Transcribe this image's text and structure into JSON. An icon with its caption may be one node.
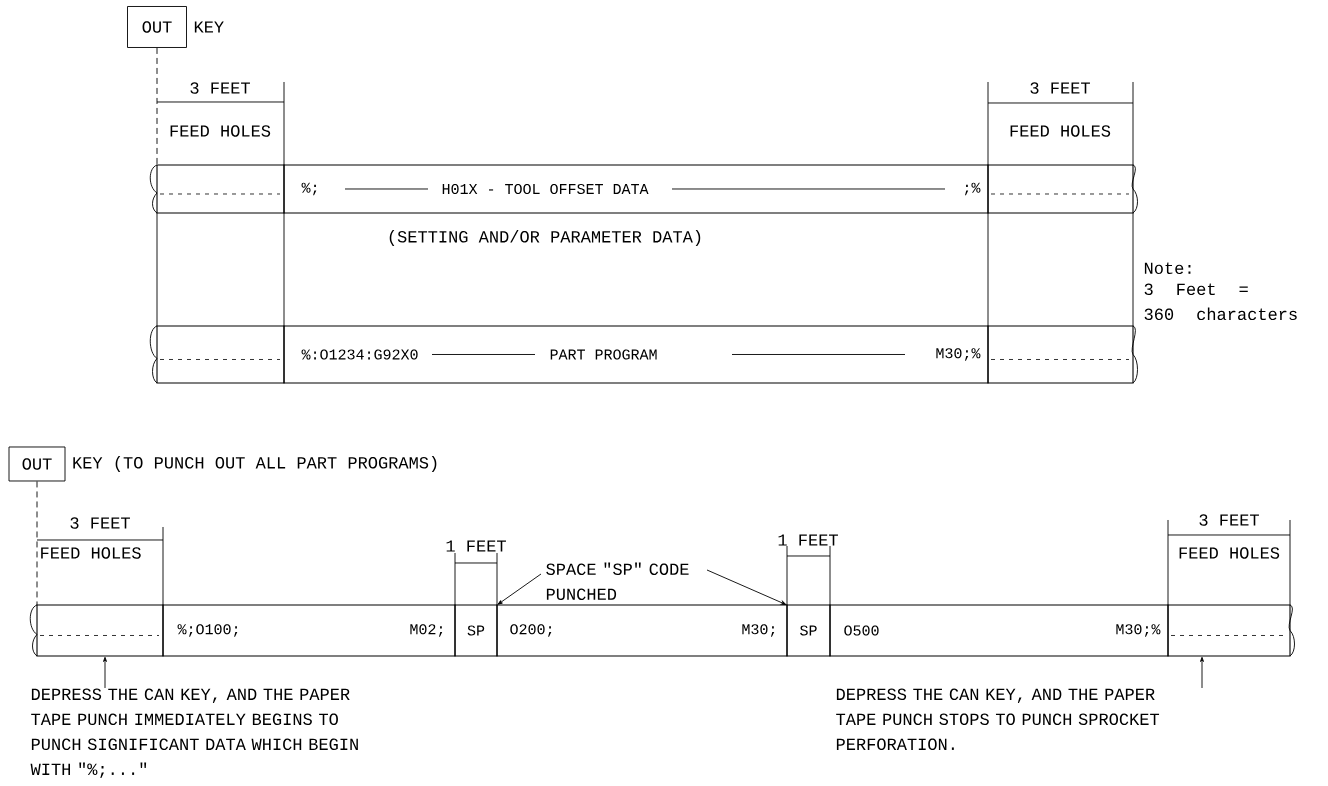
{
  "diagram": {
    "nodes": [
      {
        "text": [
          "OUT"
        ],
        "beside": [
          "KEY"
        ]
      },
      {
        "text": [],
        "shape": "box"
      },
      {
        "text": [
          "%;",
          "H01X - TOOL OFFSET DATA",
          ";%"
        ]
      },
      {
        "text": [],
        "shape": "box"
      },
      {
        "text": [],
        "shape": "box"
      },
      {
        "text": [
          "%:O1234:G92X0",
          "PART PROGRAM",
          "M30;%"
        ]
      },
      {
        "text": [],
        "shape": "box"
      },
      {
        "text": [
          "OUT"
        ],
        "beside": [
          "KEY (TO PUNCH OUT ALL PART PROGRAMS)"
        ]
      },
      {
        "text": [],
        "shape": "box"
      },
      {
        "text": [
          "%;O100;",
          "M02;"
        ]
      },
      {
        "text": [
          "SP"
        ]
      },
      {
        "text": [
          "O200;",
          "M30;"
        ]
      },
      {
        "text": [
          "SP"
        ]
      },
      {
        "text": [
          "O500",
          "M30;%"
        ]
      },
      {
        "text": [],
        "shape": "box"
      },
      {
        "text": [
          "SPACE \"SP\" CODE PUNCHED"
        ]
      },
      {
        "text": [
          "DEPRESS THE CAN KEY, AND THE PAPER TAPE PUNCH IMMEDIATELY BEGINS TO PUNCH SIGNIFICANT DATA WHICH BEGIN WITH \"%;...\""
        ]
      },
      {
        "text": [
          "DEPRESS THE CAN KEY, AND THE PAPER TAPE PUNCH STOPS TO PUNCH SPROCKET PERFORATION."
        ]
      }
    ],
    "edges": [
      {
        "from": 0,
        "to": 1,
        "arrow": "none",
        "style": "dashed"
      },
      {
        "from": 7,
        "to": 8,
        "arrow": "none",
        "style": "dashed"
      },
      {
        "from": 15,
        "to": 10,
        "arrow": "to"
      },
      {
        "from": 15,
        "to": 12,
        "arrow": "to"
      },
      {
        "from": 16,
        "to": 8,
        "arrow": "to"
      },
      {
        "from": 17,
        "to": 14,
        "arrow": "to"
      }
    ],
    "labels": [
      "3 FEET",
      "FEED HOLES",
      "3 FEET",
      "FEED HOLES",
      "(SETTING AND/OR PARAMETER DATA)",
      "Note:",
      "3 Feet = 360 characters",
      "3 FEET",
      "FEED HOLES",
      "1 FEET",
      "1 FEET",
      "3 FEET",
      "FEED HOLES"
    ]
  }
}
